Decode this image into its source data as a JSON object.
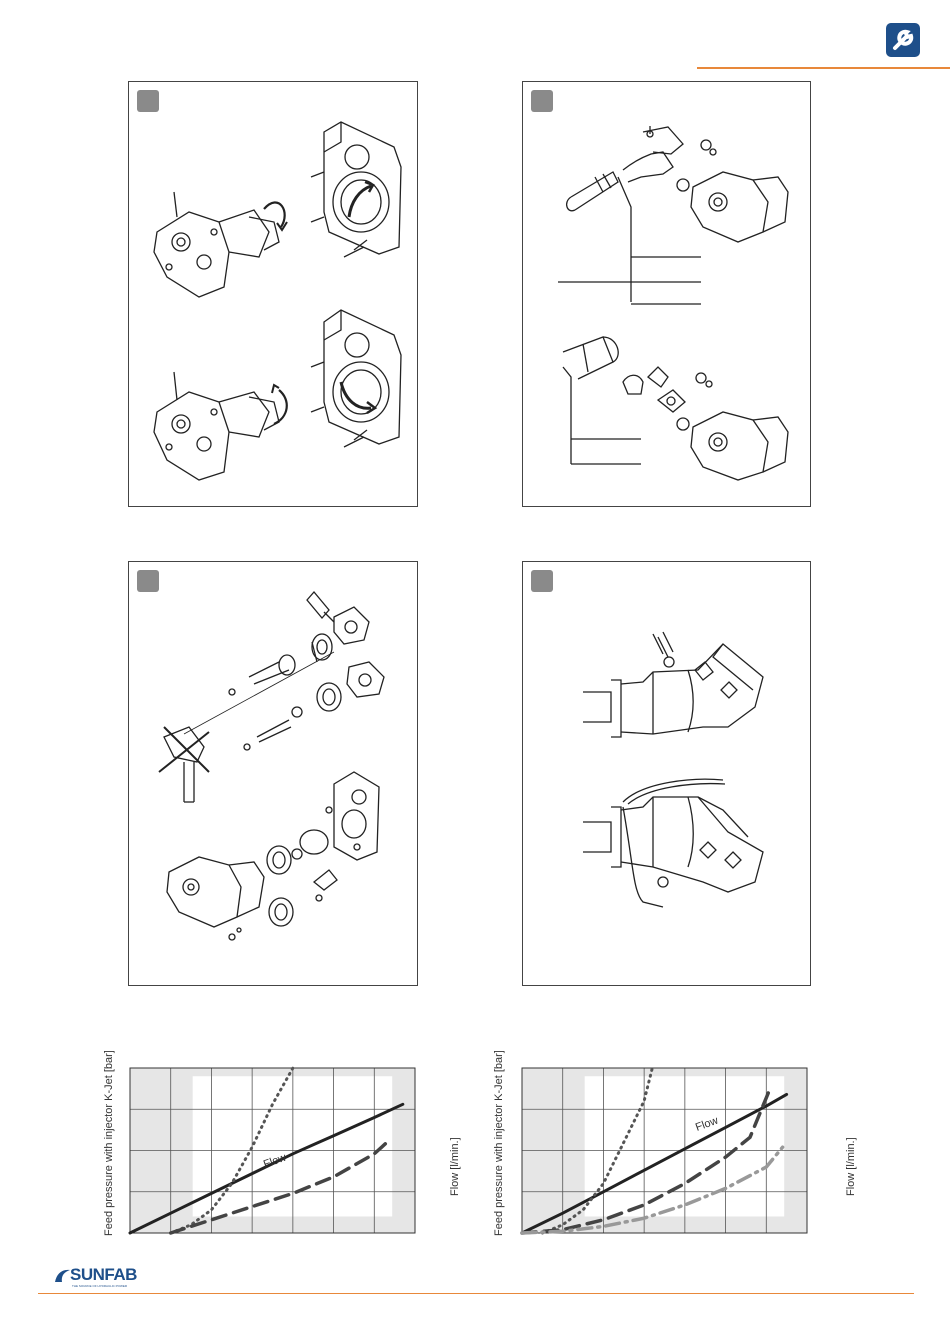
{
  "header": {
    "icon": "wrench-icon",
    "accent_color": "#e8883a",
    "icon_bg_color": "#1e4f8a"
  },
  "charts": {
    "left": {
      "ylabel": "Feed pressure with injector K-Jet [bar]",
      "y2label": "Flow [l/min.]",
      "flow_label": "Flow"
    },
    "right": {
      "ylabel": "Feed pressure with injector K-Jet [bar]",
      "y2label": "Flow [l/min.]",
      "flow_label": "Flow"
    }
  },
  "chart_data": [
    {
      "type": "line",
      "ylabel": "Feed pressure with injector K-Jet [bar]",
      "y2label": "Flow [l/min.]",
      "annotations": [
        "Flow"
      ],
      "grid": true,
      "series": [
        {
          "name": "Flow",
          "style": "solid",
          "color": "#222222",
          "points": [
            [
              0,
              0
            ],
            [
              1,
              0.12
            ],
            [
              2,
              0.24
            ],
            [
              3,
              0.36
            ],
            [
              4,
              0.48
            ],
            [
              5,
              0.59
            ],
            [
              6,
              0.7
            ],
            [
              6.7,
              0.78
            ]
          ]
        },
        {
          "style": "dotted",
          "color": "#555555",
          "points": [
            [
              1,
              0
            ],
            [
              1.5,
              0.05
            ],
            [
              2,
              0.14
            ],
            [
              2.5,
              0.3
            ],
            [
              3,
              0.52
            ],
            [
              3.5,
              0.78
            ],
            [
              4,
              1.0
            ]
          ]
        },
        {
          "style": "dashed",
          "color": "#444444",
          "points": [
            [
              1,
              0
            ],
            [
              2,
              0.08
            ],
            [
              3,
              0.16
            ],
            [
              4,
              0.24
            ],
            [
              5,
              0.34
            ],
            [
              6,
              0.48
            ],
            [
              6.4,
              0.57
            ]
          ]
        }
      ]
    },
    {
      "type": "line",
      "ylabel": "Feed pressure with injector K-Jet [bar]",
      "y2label": "Flow [l/min.]",
      "annotations": [
        "Flow"
      ],
      "grid": true,
      "series": [
        {
          "name": "Flow",
          "style": "solid",
          "color": "#222222",
          "points": [
            [
              0,
              0
            ],
            [
              1,
              0.12
            ],
            [
              2,
              0.25
            ],
            [
              3,
              0.38
            ],
            [
              4,
              0.51
            ],
            [
              5,
              0.64
            ],
            [
              6,
              0.77
            ],
            [
              6.5,
              0.84
            ]
          ]
        },
        {
          "style": "dotted",
          "color": "#555555",
          "points": [
            [
              0.5,
              0
            ],
            [
              1,
              0.05
            ],
            [
              1.5,
              0.14
            ],
            [
              2,
              0.3
            ],
            [
              2.5,
              0.55
            ],
            [
              3,
              0.8
            ],
            [
              3.2,
              1.0
            ]
          ]
        },
        {
          "style": "dashed",
          "color": "#444444",
          "points": [
            [
              0,
              0
            ],
            [
              1,
              0.02
            ],
            [
              2,
              0.08
            ],
            [
              3,
              0.17
            ],
            [
              4,
              0.3
            ],
            [
              5,
              0.46
            ],
            [
              5.6,
              0.58
            ],
            [
              6.1,
              0.88
            ]
          ]
        },
        {
          "style": "dash-dot",
          "color": "#999999",
          "points": [
            [
              0,
              0
            ],
            [
              1,
              0.01
            ],
            [
              2,
              0.04
            ],
            [
              3,
              0.09
            ],
            [
              4,
              0.17
            ],
            [
              5,
              0.27
            ],
            [
              6,
              0.4
            ],
            [
              6.4,
              0.52
            ]
          ]
        }
      ]
    }
  ],
  "footer": {
    "brand": "SUNFAB",
    "tagline": "THE SOURCE OF HYDRAULIC POWER",
    "brand_color": "#1e4f8a",
    "line_color": "#e8883a"
  }
}
